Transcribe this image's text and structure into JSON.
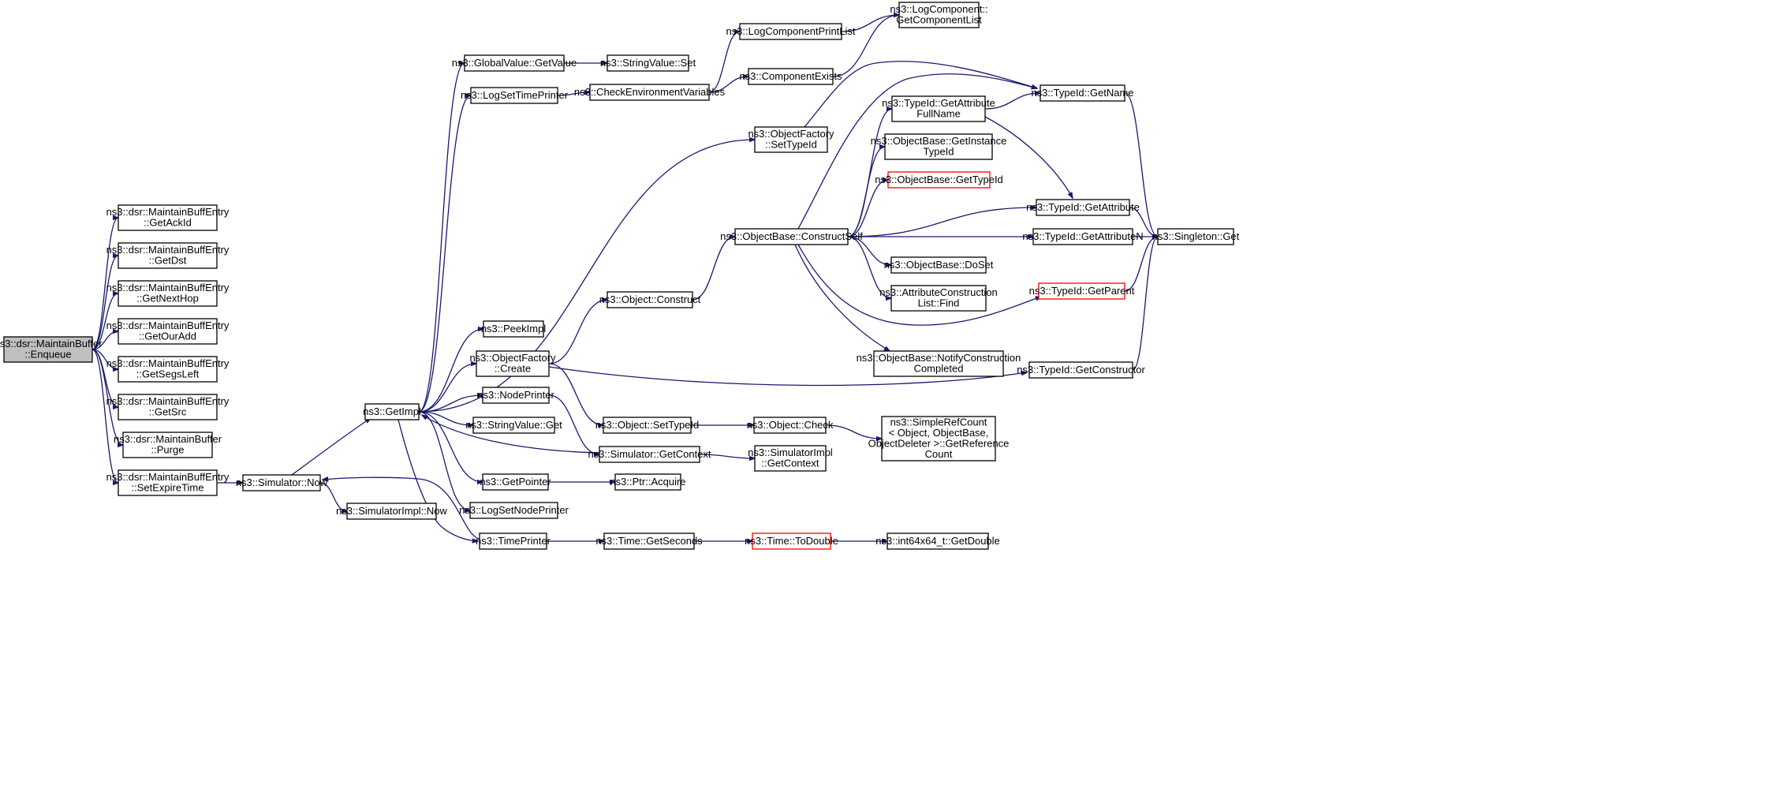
{
  "nodes": [
    {
      "id": "enqueue",
      "lines": [
        "ns3::dsr::MaintainBuffer",
        "::Enqueue"
      ],
      "style": "root"
    },
    {
      "id": "getackid",
      "lines": [
        "ns3::dsr::MaintainBuffEntry",
        "::GetAckId"
      ]
    },
    {
      "id": "getdst",
      "lines": [
        "ns3::dsr::MaintainBuffEntry",
        "::GetDst"
      ]
    },
    {
      "id": "getnexthop",
      "lines": [
        "ns3::dsr::MaintainBuffEntry",
        "::GetNextHop"
      ]
    },
    {
      "id": "getouradd",
      "lines": [
        "ns3::dsr::MaintainBuffEntry",
        "::GetOurAdd"
      ]
    },
    {
      "id": "getsegsleft",
      "lines": [
        "ns3::dsr::MaintainBuffEntry",
        "::GetSegsLeft"
      ]
    },
    {
      "id": "getsrc",
      "lines": [
        "ns3::dsr::MaintainBuffEntry",
        "::GetSrc"
      ]
    },
    {
      "id": "purge",
      "lines": [
        "ns3::dsr::MaintainBuffer",
        "::Purge"
      ]
    },
    {
      "id": "setexpire",
      "lines": [
        "ns3::dsr::MaintainBuffEntry",
        "::SetExpireTime"
      ]
    },
    {
      "id": "simnow",
      "lines": [
        "ns3::Simulator::Now"
      ]
    },
    {
      "id": "simimplnow",
      "lines": [
        "ns3::SimulatorImpl::Now"
      ]
    },
    {
      "id": "getimpl",
      "lines": [
        "ns3::GetImpl"
      ]
    },
    {
      "id": "gvgetvalue",
      "lines": [
        "ns3::GlobalValue::GetValue"
      ]
    },
    {
      "id": "strset",
      "lines": [
        "ns3::StringValue::Set"
      ]
    },
    {
      "id": "logsettime",
      "lines": [
        "ns3::LogSetTimePrinter"
      ]
    },
    {
      "id": "checkenv",
      "lines": [
        "ns3::CheckEnvironmentVariables"
      ]
    },
    {
      "id": "logcompprint",
      "lines": [
        "ns3::LogComponentPrintList"
      ]
    },
    {
      "id": "logcompget",
      "lines": [
        "ns3::LogComponent::",
        "GetComponentList"
      ]
    },
    {
      "id": "compexists",
      "lines": [
        "ns3::ComponentExists"
      ]
    },
    {
      "id": "ofsettypeid",
      "lines": [
        "ns3::ObjectFactory",
        "::SetTypeId"
      ]
    },
    {
      "id": "tidgetname",
      "lines": [
        "ns3::TypeId::GetName"
      ]
    },
    {
      "id": "tidattrfull",
      "lines": [
        "ns3::TypeId::GetAttribute",
        "FullName"
      ]
    },
    {
      "id": "obgetinst",
      "lines": [
        "ns3::ObjectBase::GetInstance",
        "TypeId"
      ]
    },
    {
      "id": "obgettypeid",
      "lines": [
        "ns3::ObjectBase::GetTypeId"
      ],
      "style": "red"
    },
    {
      "id": "tidgetattr",
      "lines": [
        "ns3::TypeId::GetAttribute"
      ]
    },
    {
      "id": "obconstruct",
      "lines": [
        "ns3::ObjectBase::ConstructSelf"
      ]
    },
    {
      "id": "tidgetattrn",
      "lines": [
        "ns3::TypeId::GetAttributeN"
      ]
    },
    {
      "id": "singleton",
      "lines": [
        "ns3::Singleton::Get"
      ]
    },
    {
      "id": "obdoset",
      "lines": [
        "ns3::ObjectBase::DoSet"
      ]
    },
    {
      "id": "attrfind",
      "lines": [
        "ns3::AttributeConstruction",
        "List::Find"
      ]
    },
    {
      "id": "tidgetparent",
      "lines": [
        "ns3::TypeId::GetParent"
      ],
      "style": "red"
    },
    {
      "id": "objconstruct",
      "lines": [
        "ns3::Object::Construct"
      ]
    },
    {
      "id": "peekimpl",
      "lines": [
        "ns3::PeekImpl"
      ]
    },
    {
      "id": "obnotify",
      "lines": [
        "ns3::ObjectBase::NotifyConstruction",
        "Completed"
      ]
    },
    {
      "id": "ofcreate",
      "lines": [
        "ns3::ObjectFactory",
        "::Create"
      ]
    },
    {
      "id": "tidgetctor",
      "lines": [
        "ns3::TypeId::GetConstructor"
      ]
    },
    {
      "id": "nodeprinter",
      "lines": [
        "ns3::NodePrinter"
      ]
    },
    {
      "id": "objsettypeid",
      "lines": [
        "ns3::Object::SetTypeId"
      ]
    },
    {
      "id": "objcheck",
      "lines": [
        "ns3::Object::Check"
      ]
    },
    {
      "id": "refcount",
      "lines": [
        "ns3::SimpleRefCount",
        "< Object, ObjectBase,",
        " ObjectDeleter >::GetReference",
        "Count"
      ]
    },
    {
      "id": "strget",
      "lines": [
        "ns3::StringValue::Get"
      ]
    },
    {
      "id": "simgetctx",
      "lines": [
        "ns3::Simulator::GetContext"
      ]
    },
    {
      "id": "simimplctx",
      "lines": [
        "ns3::SimulatorImpl",
        "::GetContext"
      ]
    },
    {
      "id": "getpointer",
      "lines": [
        "ns3::GetPointer"
      ]
    },
    {
      "id": "ptracquire",
      "lines": [
        "ns3::Ptr::Acquire"
      ]
    },
    {
      "id": "logsetnode",
      "lines": [
        "ns3::LogSetNodePrinter"
      ]
    },
    {
      "id": "timeprinter",
      "lines": [
        "ns3::TimePrinter"
      ]
    },
    {
      "id": "timegetsec",
      "lines": [
        "ns3::Time::GetSeconds"
      ]
    },
    {
      "id": "timetodouble",
      "lines": [
        "ns3::Time::ToDouble"
      ],
      "style": "red"
    },
    {
      "id": "int64double",
      "lines": [
        "ns3::int64x64_t::GetDouble"
      ]
    }
  ],
  "edges": [
    [
      "enqueue",
      "getackid"
    ],
    [
      "enqueue",
      "getdst"
    ],
    [
      "enqueue",
      "getnexthop"
    ],
    [
      "enqueue",
      "getouradd"
    ],
    [
      "enqueue",
      "getsegsleft"
    ],
    [
      "enqueue",
      "getsrc"
    ],
    [
      "enqueue",
      "purge"
    ],
    [
      "enqueue",
      "setexpire"
    ],
    [
      "setexpire",
      "simnow"
    ],
    [
      "simnow",
      "getimpl"
    ],
    [
      "simnow",
      "simimplnow"
    ],
    [
      "getimpl",
      "gvgetvalue"
    ],
    [
      "getimpl",
      "logsettime"
    ],
    [
      "getimpl",
      "ofsettypeid"
    ],
    [
      "getimpl",
      "peekimpl"
    ],
    [
      "getimpl",
      "ofcreate"
    ],
    [
      "getimpl",
      "nodeprinter"
    ],
    [
      "getimpl",
      "strget"
    ],
    [
      "getimpl",
      "getpointer"
    ],
    [
      "getimpl",
      "logsetnode"
    ],
    [
      "getimpl",
      "timeprinter"
    ],
    [
      "gvgetvalue",
      "strset"
    ],
    [
      "logsettime",
      "checkenv"
    ],
    [
      "checkenv",
      "logcompprint"
    ],
    [
      "checkenv",
      "compexists"
    ],
    [
      "logcompprint",
      "logcompget"
    ],
    [
      "compexists",
      "logcompget"
    ],
    [
      "ofsettypeid",
      "tidgetname"
    ],
    [
      "ofcreate",
      "objconstruct"
    ],
    [
      "ofcreate",
      "objsettypeid"
    ],
    [
      "ofcreate",
      "tidgetctor"
    ],
    [
      "objconstruct",
      "obconstruct"
    ],
    [
      "obconstruct",
      "tidgetname"
    ],
    [
      "obconstruct",
      "tidattrfull"
    ],
    [
      "obconstruct",
      "obgetinst"
    ],
    [
      "obconstruct",
      "obgettypeid"
    ],
    [
      "obconstruct",
      "tidgetattr"
    ],
    [
      "obconstruct",
      "tidgetattrn"
    ],
    [
      "obconstruct",
      "obdoset"
    ],
    [
      "obconstruct",
      "attrfind"
    ],
    [
      "obconstruct",
      "tidgetparent"
    ],
    [
      "obconstruct",
      "obnotify"
    ],
    [
      "tidattrfull",
      "tidgetname"
    ],
    [
      "tidattrfull",
      "tidgetattr"
    ],
    [
      "tidgetname",
      "singleton"
    ],
    [
      "tidgetattr",
      "singleton"
    ],
    [
      "tidgetattrn",
      "singleton"
    ],
    [
      "tidgetparent",
      "singleton"
    ],
    [
      "tidgetctor",
      "singleton"
    ],
    [
      "nodeprinter",
      "simgetctx"
    ],
    [
      "simgetctx",
      "getimpl"
    ],
    [
      "simgetctx",
      "simimplctx"
    ],
    [
      "objsettypeid",
      "objcheck"
    ],
    [
      "objcheck",
      "refcount"
    ],
    [
      "getpointer",
      "ptracquire"
    ],
    [
      "timeprinter",
      "simnow"
    ],
    [
      "timeprinter",
      "timegetsec"
    ],
    [
      "timegetsec",
      "timetodouble"
    ],
    [
      "timetodouble",
      "int64double"
    ]
  ]
}
